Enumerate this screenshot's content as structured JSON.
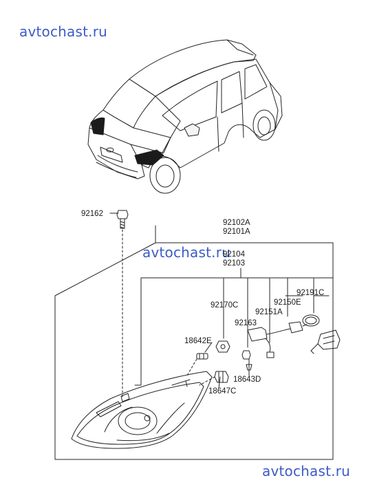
{
  "watermarks": {
    "top_left": "avtochast.ru",
    "middle": "avtochast.ru",
    "bottom_right": "avtochast.ru"
  },
  "parts": {
    "p92162": "92162",
    "p92102A": "92102A",
    "p92101A": "92101A",
    "p92104": "92104",
    "p92103": "92103",
    "p92170C": "92170C",
    "p92150E": "92150E",
    "p92191C": "92191C",
    "p92151A": "92151A",
    "p92163": "92163",
    "p18642E": "18642E",
    "p18643D": "18643D",
    "p18647C": "18647C"
  },
  "colors": {
    "watermark": "#3b5bc8",
    "line": "#222222"
  }
}
